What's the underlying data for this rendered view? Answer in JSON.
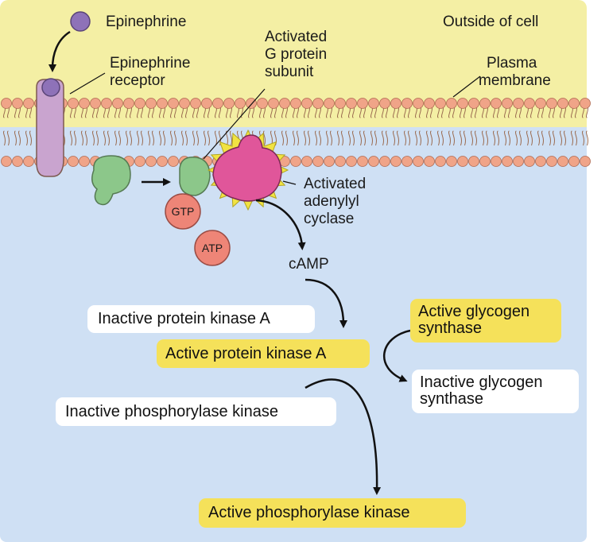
{
  "colors": {
    "outside": "#f4efa4",
    "inside": "#cfe0f4",
    "lipid_head": "#f0a488",
    "receptor": "#c9a4cf",
    "epinephrine": "#8e72b8",
    "g_protein": "#8cc78a",
    "adenylyl_cyclase": "#e0569a",
    "activation_star": "#f1e342",
    "nucleotide": "#ee8577",
    "active_box": "#f5e15a",
    "inactive_box": "#ffffff"
  },
  "labels": {
    "epinephrine": "Epinephrine",
    "outside_cell": "Outside of cell",
    "receptor": [
      "Epinephrine",
      "receptor"
    ],
    "g_protein": [
      "Activated",
      "G protein",
      "subunit"
    ],
    "plasma_membrane": [
      "Plasma",
      "membrane"
    ],
    "adenylyl_cyclase": [
      "Activated",
      "adenylyl",
      "cyclase"
    ],
    "gtp": "GTP",
    "atp": "ATP",
    "camp": "cAMP"
  },
  "boxes": {
    "inactive_pka": "Inactive protein kinase A",
    "active_pka": "Active protein kinase A",
    "active_gs": [
      "Active glycogen",
      "synthase"
    ],
    "inactive_gs": [
      "Inactive glycogen",
      "synthase"
    ],
    "inactive_phk": "Inactive phosphorylase kinase",
    "active_phk": "Active phosphorylase kinase"
  }
}
